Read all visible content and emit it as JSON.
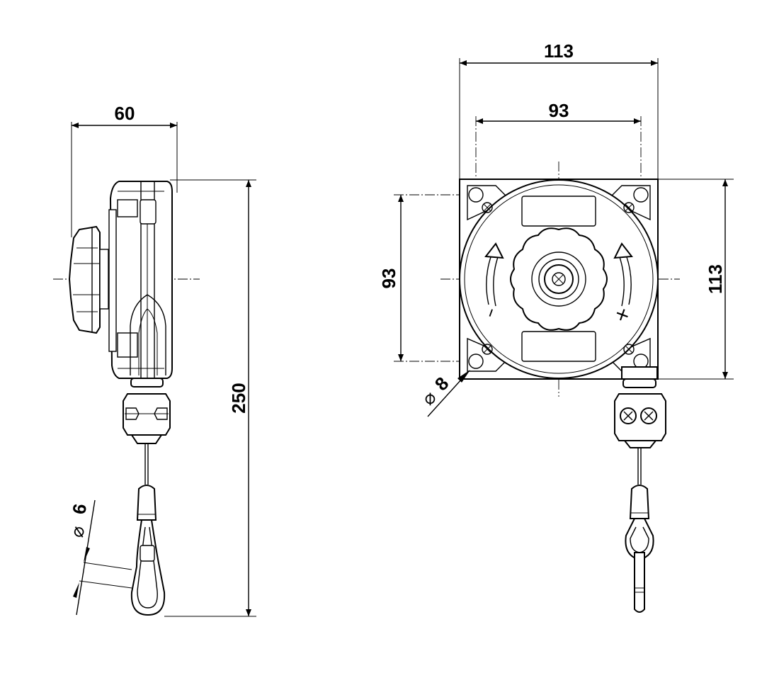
{
  "side_view": {
    "width_label": "60",
    "height_label": "250",
    "cable_dia_symbol": "⌀",
    "cable_dia_value": "6"
  },
  "front_view": {
    "outer_width_label": "113",
    "inner_width_label": "93",
    "inner_height_label": "93",
    "outer_height_label": "113",
    "hole_dia_symbol": "⌀",
    "hole_dia_value": "8",
    "minus_label": "–",
    "plus_label": "+"
  }
}
